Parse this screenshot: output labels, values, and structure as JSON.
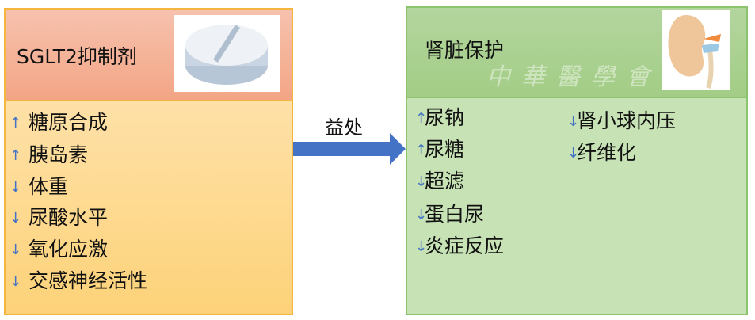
{
  "left": {
    "title": "SGLT2抑制剂",
    "image": "pill-image",
    "items": [
      {
        "dir": "up",
        "text": "糖原合成"
      },
      {
        "dir": "up",
        "text": "胰岛素"
      },
      {
        "dir": "down",
        "text": "体重"
      },
      {
        "dir": "down",
        "text": "尿酸水平"
      },
      {
        "dir": "down",
        "text": "氧化应激"
      },
      {
        "dir": "down",
        "text": "交感神经活性"
      }
    ]
  },
  "arrow": {
    "label": "益处",
    "color": "#4472c4"
  },
  "right": {
    "title": "肾脏保护",
    "image": "kidney-image",
    "watermark": "中華醫學會",
    "col1": [
      {
        "dir": "up",
        "text": "尿钠"
      },
      {
        "dir": "up",
        "text": "尿糖"
      },
      {
        "dir": "down",
        "text": "超滤"
      },
      {
        "dir": "down",
        "text": "蛋白尿"
      },
      {
        "dir": "down",
        "text": "炎症反应"
      }
    ],
    "col2": [
      {
        "dir": "down",
        "text": "肾小球内压"
      },
      {
        "dir": "down",
        "text": "纤维化"
      }
    ]
  },
  "glyphs": {
    "up": "↑",
    "down": "↓"
  }
}
